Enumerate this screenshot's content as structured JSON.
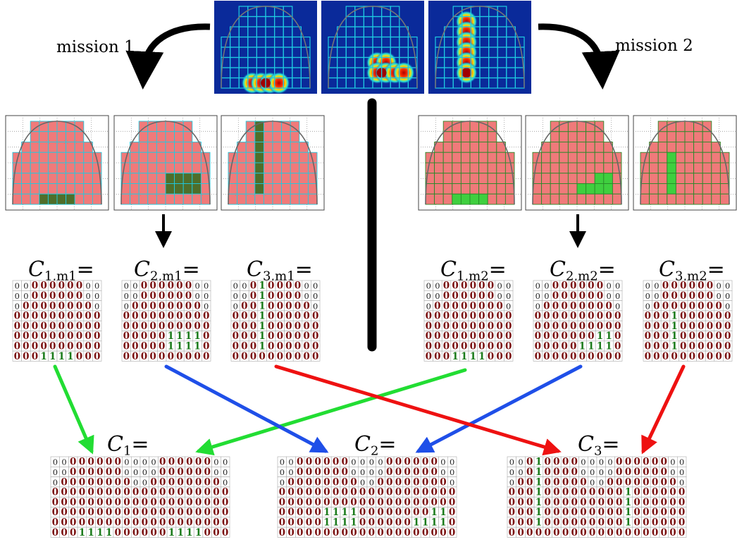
{
  "missions": {
    "left": "mission 1",
    "right": "mission 2"
  },
  "grid_shape": {
    "rows": 8,
    "cols": 10,
    "active_row_ranges": [
      [
        2,
        7
      ],
      [
        2,
        7
      ],
      [
        1,
        8
      ],
      [
        0,
        9
      ],
      [
        0,
        9
      ],
      [
        0,
        9
      ],
      [
        0,
        9
      ],
      [
        0,
        9
      ]
    ]
  },
  "colors": {
    "heat_bg": "#0a2a9a",
    "grid_cyan": "#1ecbe1",
    "cell_red": "#f07a7a",
    "cell_green_m1": "#4f6e2a",
    "cell_green_m2": "#3fcf3f",
    "zero_color": "#7a1010",
    "one_color": "#1a7a1a",
    "arrow_green": "#22dd33",
    "arrow_blue": "#1f4fe8",
    "arrow_red": "#ee1111"
  },
  "heatmaps": [
    {
      "name": "heatmap-1",
      "hot_cells": [
        [
          7,
          3
        ],
        [
          7,
          4
        ],
        [
          7,
          5
        ],
        [
          7,
          6
        ]
      ],
      "peak": [
        7,
        4.5
      ]
    },
    {
      "name": "heatmap-2",
      "hot_cells": [
        [
          5,
          5
        ],
        [
          5,
          6
        ],
        [
          6,
          5
        ],
        [
          6,
          6
        ],
        [
          6,
          7
        ],
        [
          6,
          8
        ]
      ],
      "peak": [
        6,
        5.5
      ]
    },
    {
      "name": "heatmap-3",
      "hot_cells": [
        [
          1,
          3
        ],
        [
          2,
          3
        ],
        [
          3,
          3
        ],
        [
          4,
          3
        ],
        [
          5,
          3
        ],
        [
          6,
          3
        ]
      ],
      "peak": [
        6,
        3
      ]
    }
  ],
  "matrices": [
    {
      "label_main": "C",
      "label_sub": "1,m1",
      "mission": 1,
      "ones": [
        [
          7,
          3
        ],
        [
          7,
          4
        ],
        [
          7,
          5
        ],
        [
          7,
          6
        ]
      ]
    },
    {
      "label_main": "C",
      "label_sub": "2,m1",
      "mission": 1,
      "ones": [
        [
          5,
          5
        ],
        [
          5,
          6
        ],
        [
          5,
          7
        ],
        [
          5,
          8
        ],
        [
          6,
          5
        ],
        [
          6,
          6
        ],
        [
          6,
          7
        ],
        [
          6,
          8
        ]
      ]
    },
    {
      "label_main": "C",
      "label_sub": "3,m1",
      "mission": 1,
      "ones": [
        [
          0,
          3
        ],
        [
          1,
          3
        ],
        [
          2,
          3
        ],
        [
          3,
          3
        ],
        [
          4,
          3
        ],
        [
          5,
          3
        ],
        [
          6,
          3
        ]
      ]
    },
    {
      "label_main": "C",
      "label_sub": "1,m2",
      "mission": 2,
      "ones": [
        [
          7,
          3
        ],
        [
          7,
          4
        ],
        [
          7,
          5
        ],
        [
          7,
          6
        ]
      ]
    },
    {
      "label_main": "C",
      "label_sub": "2,m2",
      "mission": 2,
      "ones": [
        [
          5,
          7
        ],
        [
          5,
          8
        ],
        [
          6,
          5
        ],
        [
          6,
          6
        ],
        [
          6,
          7
        ],
        [
          6,
          8
        ]
      ]
    },
    {
      "label_main": "C",
      "label_sub": "3,m2",
      "mission": 2,
      "ones": [
        [
          3,
          3
        ],
        [
          4,
          3
        ],
        [
          5,
          3
        ],
        [
          6,
          3
        ]
      ]
    }
  ],
  "combined": [
    {
      "label_main": "C",
      "label_sub": "1",
      "parts": [
        0,
        3
      ]
    },
    {
      "label_main": "C",
      "label_sub": "2",
      "parts": [
        1,
        4
      ]
    },
    {
      "label_main": "C",
      "label_sub": "3",
      "parts": [
        2,
        5
      ]
    }
  ],
  "equals_sign": "=",
  "zero_text": "0",
  "one_text": "1"
}
